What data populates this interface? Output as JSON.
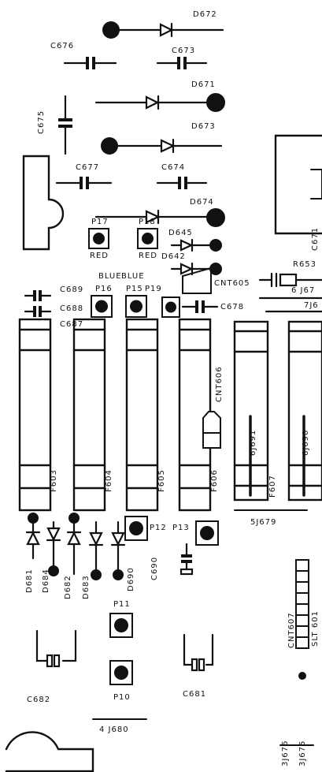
{
  "board": {
    "ink_color": "#111111",
    "background": "#ffffff"
  },
  "labels": {
    "d672": "D672",
    "c676": "C676",
    "c673": "C673",
    "d671": "D671",
    "c675": "C675",
    "d673": "D673",
    "c677": "C677",
    "c674": "C674",
    "d674": "D674",
    "p17": "P17",
    "p18": "P18",
    "d645": "D645",
    "d642": "D642",
    "red1": "RED",
    "red2": "RED",
    "r653": "R653",
    "c671": "C671",
    "c689": "C689",
    "blue1": "BLUE",
    "blue2": "BLUE",
    "cnt605": "CNT605",
    "c688": "C688",
    "c687": "C687",
    "p16": "P16",
    "p15": "P15",
    "p19": "P19",
    "c678": "C678",
    "j677_6": "6 J67",
    "j677_7": "7J6",
    "cnt606": "CNT606",
    "j691": "6J691",
    "j690": "6J690",
    "f603": "F603",
    "f604": "F604",
    "f605": "F605",
    "f606": "F606",
    "f607": "F607",
    "p12": "P12",
    "p13": "P13",
    "j679": "5J679",
    "d681": "D681",
    "d684": "D684",
    "d682": "D682",
    "d683": "D683",
    "d690": "D690",
    "c690": "C690",
    "cnt607": "CNT607",
    "slt": "SLT 601",
    "p11": "P11",
    "p10": "P10",
    "c682": "C682",
    "c681": "C681",
    "j680": "4 J680",
    "j676": "3J676",
    "j675": "3J675"
  }
}
